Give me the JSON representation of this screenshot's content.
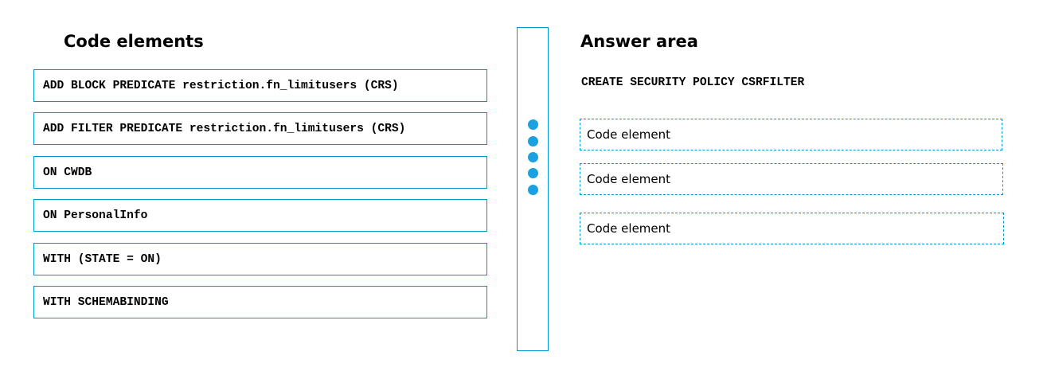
{
  "left": {
    "heading": "Code elements",
    "items": [
      {
        "label": "ADD BLOCK PREDICATE restriction.fn_limitusers (CRS)"
      },
      {
        "label": "ADD FILTER PREDICATE restriction.fn_limitusers (CRS)"
      },
      {
        "label": "ON CWDB"
      },
      {
        "label": "ON PersonalInfo"
      },
      {
        "label": "WITH (STATE = ON)"
      },
      {
        "label": "WITH SCHEMABINDING"
      }
    ]
  },
  "right": {
    "heading": "Answer area",
    "statement": "CREATE SECURITY POLICY CSRFILTER",
    "slots": [
      {
        "label": "Code element"
      },
      {
        "label": "Code element"
      },
      {
        "label": "Code element"
      }
    ]
  },
  "colors": {
    "accent": "#0096d6",
    "dot": "#1ba1e2"
  },
  "icons": {
    "drag_handle": "vertical-dots-icon"
  }
}
